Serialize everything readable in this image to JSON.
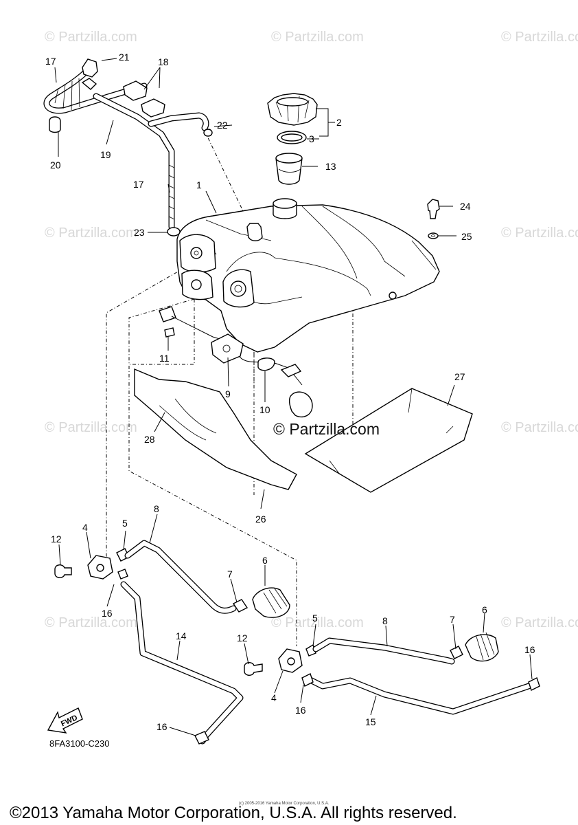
{
  "watermark": {
    "text": "© Partzilla.com",
    "center_text": "© Partzilla.com"
  },
  "callouts": [
    {
      "id": "c1",
      "label": "1"
    },
    {
      "id": "c2",
      "label": "2"
    },
    {
      "id": "c3",
      "label": "3"
    },
    {
      "id": "c4a",
      "label": "4"
    },
    {
      "id": "c4b",
      "label": "4"
    },
    {
      "id": "c5a",
      "label": "5"
    },
    {
      "id": "c5b",
      "label": "5"
    },
    {
      "id": "c6a",
      "label": "6"
    },
    {
      "id": "c6b",
      "label": "6"
    },
    {
      "id": "c7a",
      "label": "7"
    },
    {
      "id": "c7b",
      "label": "7"
    },
    {
      "id": "c8a",
      "label": "8"
    },
    {
      "id": "c8b",
      "label": "8"
    },
    {
      "id": "c9",
      "label": "9"
    },
    {
      "id": "c10",
      "label": "10"
    },
    {
      "id": "c11",
      "label": "11"
    },
    {
      "id": "c12a",
      "label": "12"
    },
    {
      "id": "c12b",
      "label": "12"
    },
    {
      "id": "c13",
      "label": "13"
    },
    {
      "id": "c14",
      "label": "14"
    },
    {
      "id": "c15",
      "label": "15"
    },
    {
      "id": "c16a",
      "label": "16"
    },
    {
      "id": "c16b",
      "label": "16"
    },
    {
      "id": "c16c",
      "label": "16"
    },
    {
      "id": "c16d",
      "label": "16"
    },
    {
      "id": "c17a",
      "label": "17"
    },
    {
      "id": "c17b",
      "label": "17"
    },
    {
      "id": "c18",
      "label": "18"
    },
    {
      "id": "c19",
      "label": "19"
    },
    {
      "id": "c20",
      "label": "20"
    },
    {
      "id": "c21",
      "label": "21"
    },
    {
      "id": "c22",
      "label": "22"
    },
    {
      "id": "c23",
      "label": "23"
    },
    {
      "id": "c24",
      "label": "24"
    },
    {
      "id": "c25",
      "label": "25"
    },
    {
      "id": "c26",
      "label": "26"
    },
    {
      "id": "c27",
      "label": "27"
    },
    {
      "id": "c28",
      "label": "28"
    }
  ],
  "direction_badge": "FWD",
  "diagram_code": "8FA3100-C230",
  "small_notice": "(c) 2005-2016 Yamaha Motor Corporation, U.S.A.",
  "copyright": "©2013 Yamaha Motor Corporation, U.S.A. All rights reserved."
}
